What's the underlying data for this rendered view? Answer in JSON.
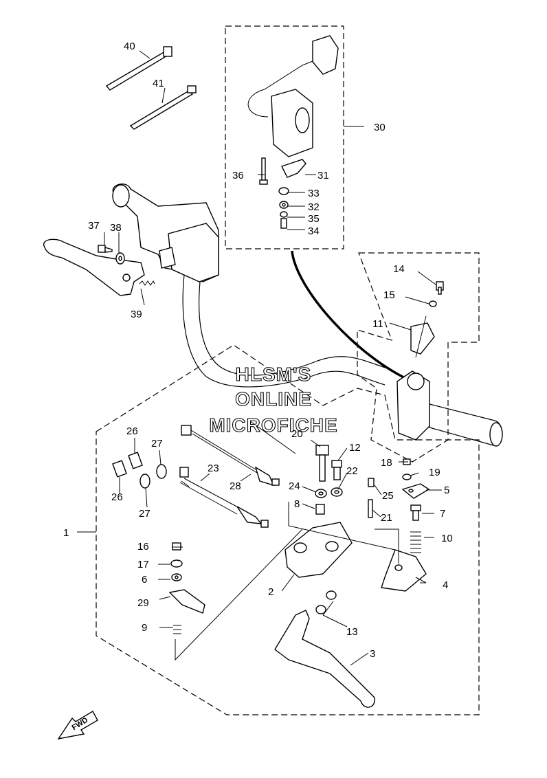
{
  "diagram": {
    "watermark": [
      "HLSM'S",
      "ONLINE",
      "MICROFICHE"
    ],
    "direction_badge": "FWD",
    "callouts": {
      "c1": "1",
      "c2": "2",
      "c3": "3",
      "c4": "4",
      "c5": "5",
      "c6": "6",
      "c7": "7",
      "c8": "8",
      "c9": "9",
      "c10": "10",
      "c11": "11",
      "c12": "12",
      "c13": "13",
      "c14": "14",
      "c15": "15",
      "c16": "16",
      "c17": "17",
      "c18": "18",
      "c19": "19",
      "c20": "20",
      "c21": "21",
      "c22": "22",
      "c23": "23",
      "c24": "24",
      "c25": "25",
      "c26a": "26",
      "c26b": "26",
      "c27a": "27",
      "c27b": "27",
      "c28": "28",
      "c29": "29",
      "c30": "30",
      "c31": "31",
      "c32": "32",
      "c33": "33",
      "c34": "34",
      "c35": "35",
      "c36": "36",
      "c37": "37",
      "c38": "38",
      "c39": "39",
      "c40": "40",
      "c41": "41"
    }
  }
}
